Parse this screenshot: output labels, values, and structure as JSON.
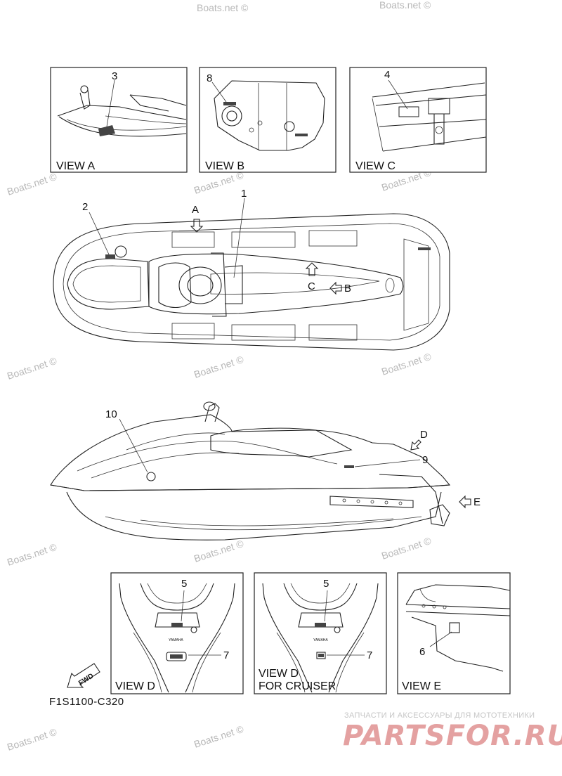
{
  "views": {
    "a": "VIEW A",
    "b": "VIEW B",
    "c": "VIEW C",
    "d": "VIEW D",
    "d_cruiser_1": "VIEW D",
    "d_cruiser_2": "FOR CRUISER",
    "e": "VIEW E"
  },
  "callouts": {
    "n1": "1",
    "n2": "2",
    "n3": "3",
    "n4": "4",
    "n5": "5",
    "n5b": "5",
    "n6": "6",
    "n7": "7",
    "n7b": "7",
    "n8": "8",
    "n9": "9",
    "n10": "10"
  },
  "arrows": {
    "a": "A",
    "b": "B",
    "c": "C",
    "d": "D",
    "e": "E",
    "fwd": "FWD"
  },
  "small_text": {
    "yamaha": "YAMAHA"
  },
  "figure_code": "F1S1100-C320",
  "watermark": "Boats.net ©",
  "shop_tagline": "ЗАПЧАСТИ И АКСЕССУАРЫ ДЛЯ МОТОТЕХНИКИ",
  "shop_brand": "PARTSFOR.RU"
}
